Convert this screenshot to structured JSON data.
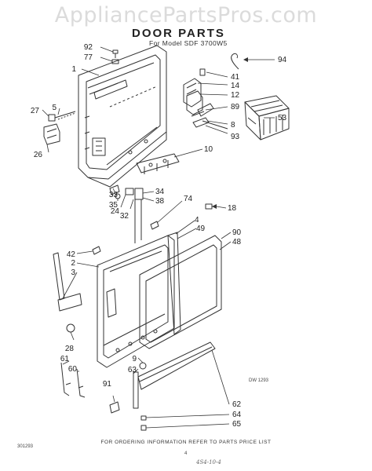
{
  "watermark": "AppliancePartsPros.com",
  "title": "DOOR PARTS",
  "model_line": "For Model SDF 3700W5",
  "footer": "FOR ORDERING INFORMATION REFER TO PARTS PRICE LIST",
  "drawing_code": "DW 1293",
  "sheet_code": "301293",
  "page_number": "4",
  "handwritten_note": "4S4-10-4",
  "callouts": [
    "92",
    "77",
    "1",
    "94",
    "41",
    "14",
    "12",
    "89",
    "53",
    "8",
    "93",
    "27",
    "5",
    "26",
    "10",
    "33",
    "35",
    "24",
    "32",
    "34",
    "38",
    "74",
    "18",
    "4",
    "49",
    "90",
    "48",
    "42",
    "2",
    "3",
    "28",
    "61",
    "60",
    "9",
    "63",
    "91",
    "62",
    "64",
    "65"
  ],
  "colors": {
    "line": "#333333",
    "watermark": "#bebebe",
    "background": "#ffffff"
  }
}
